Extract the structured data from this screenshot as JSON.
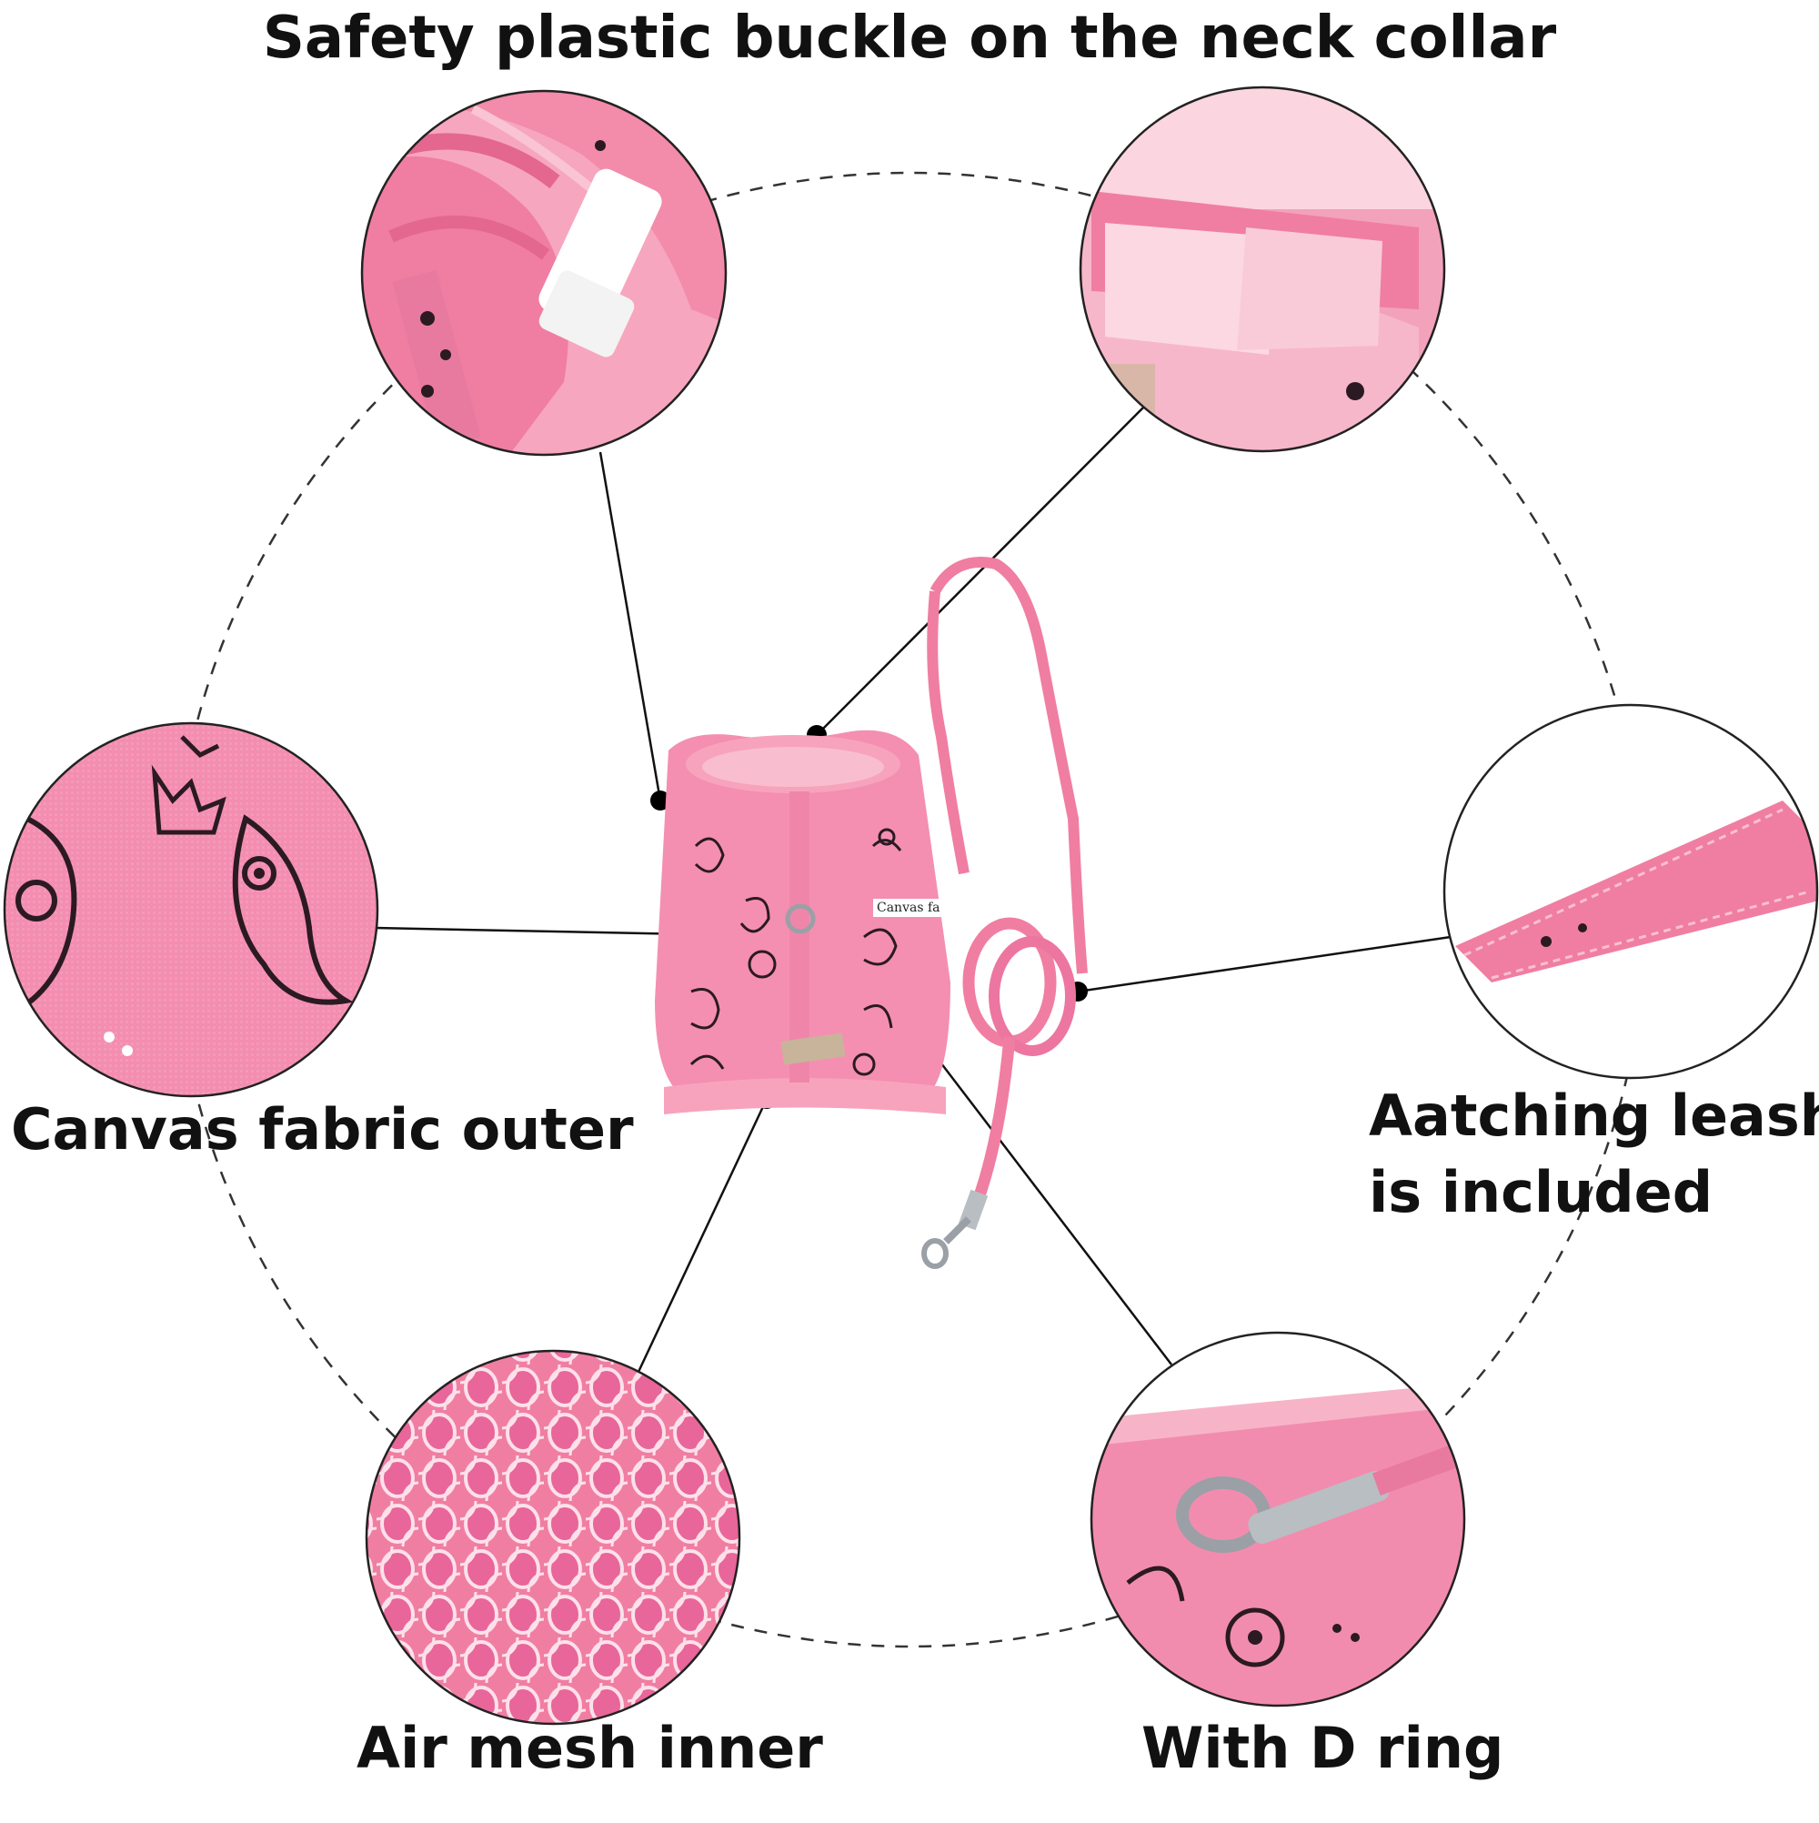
{
  "title": "Safety plastic buckle on the neck collar",
  "labels": {
    "canvas_fabric": "Canvas fabric outer",
    "leash_line1": "Aatching leash",
    "leash_line2": "is included",
    "air_mesh": "Air mesh inner",
    "d_ring": "With D ring"
  },
  "product_tag": "Canvas fa",
  "colors": {
    "pink": "#f58fb0",
    "pink_light": "#f9b8cc",
    "pink_dark": "#d9668c",
    "paisley": "#2b1a22",
    "line": "#111111"
  }
}
